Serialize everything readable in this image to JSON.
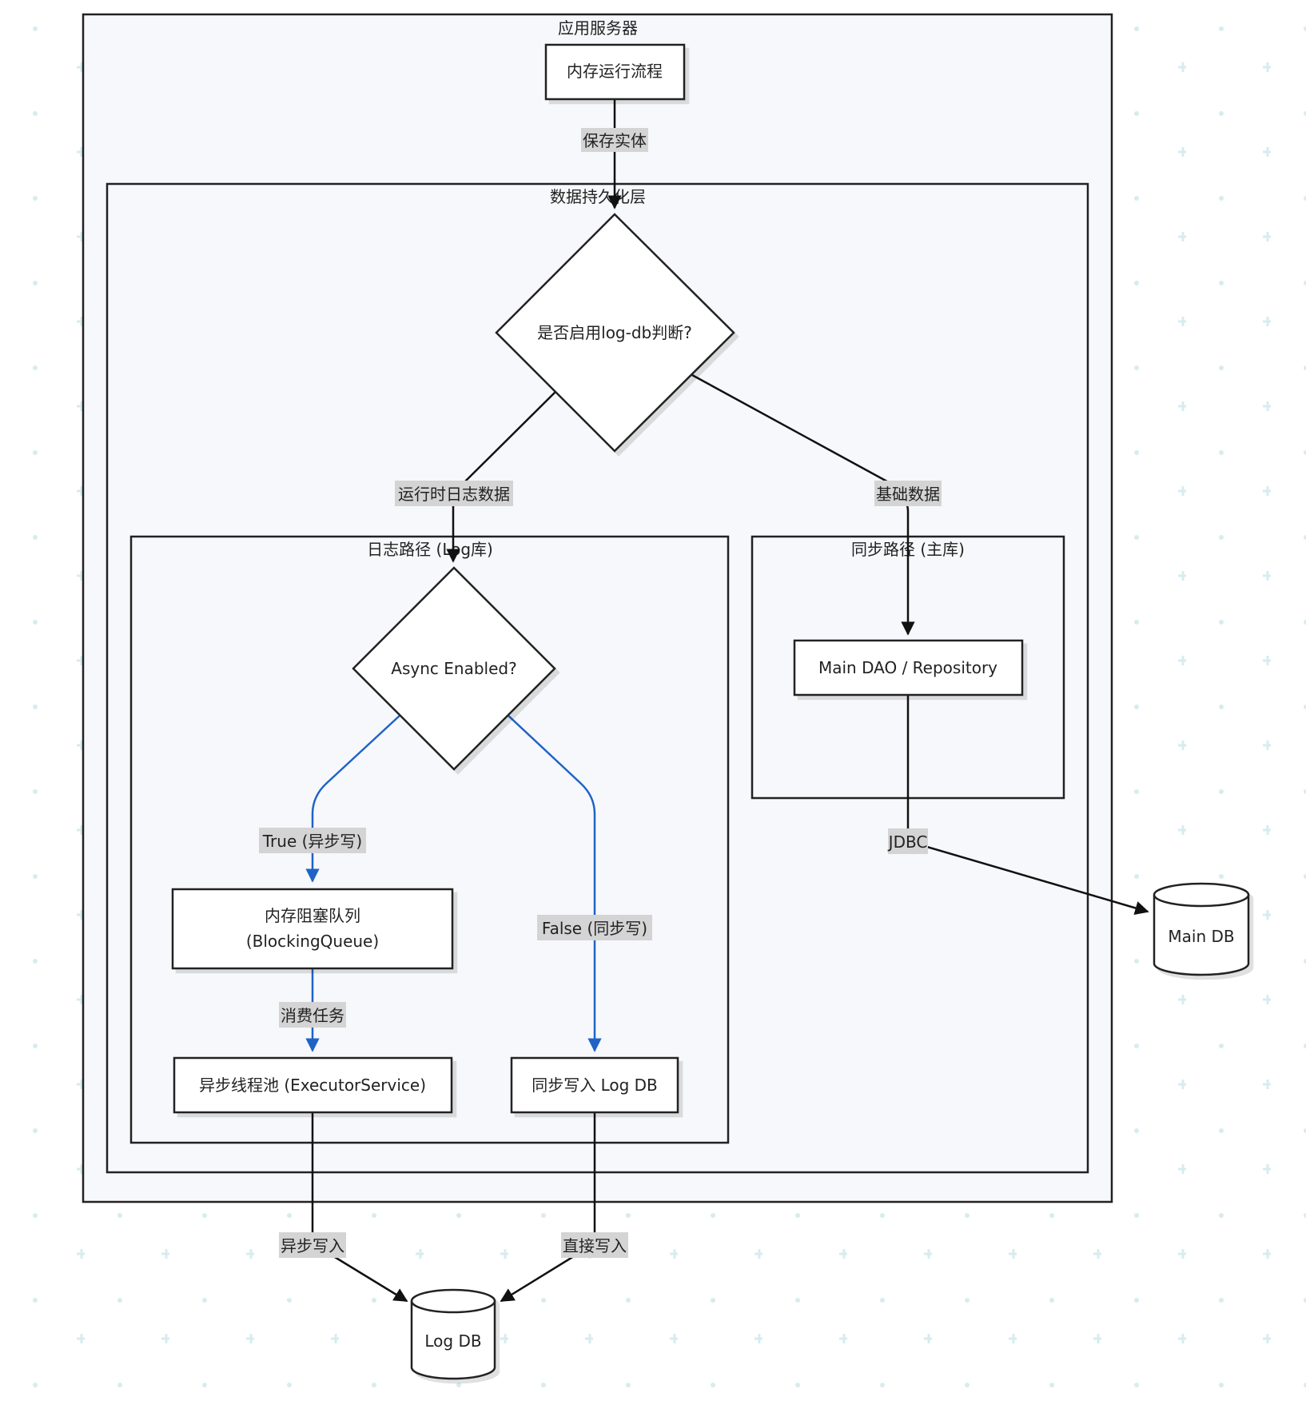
{
  "clusters": {
    "app_server": "应用服务器",
    "persistence": "数据持久化层",
    "log_path": "日志路径 (Log库)",
    "sync_path": "同步路径 (主库)"
  },
  "nodes": {
    "memory_flow": "内存运行流程",
    "decision_logdb": "是否启用log-db判断?",
    "async_enabled": "Async Enabled?",
    "blocking_queue_line1": "内存阻塞队列",
    "blocking_queue_line2": "(BlockingQueue)",
    "executor": "异步线程池 (ExecutorService)",
    "sync_write": "同步写入 Log DB",
    "main_dao": "Main DAO / Repository",
    "main_db": "Main DB",
    "log_db": "Log DB"
  },
  "edges": {
    "save_entity": "保存实体",
    "runtime_log": "运行时日志数据",
    "base_data": "基础数据",
    "true_async": "True (异步写)",
    "false_sync": "False (同步写)",
    "consume_task": "消费任务",
    "jdbc": "JDBC",
    "async_write": "异步写入",
    "direct_write": "直接写入"
  },
  "colors": {
    "stroke": "#222222",
    "blue_edge": "#1f63c6",
    "cluster_fill": "#f7f8fb",
    "label_bg": "#d4d4d4",
    "grid_dot": "#d7ecef"
  }
}
